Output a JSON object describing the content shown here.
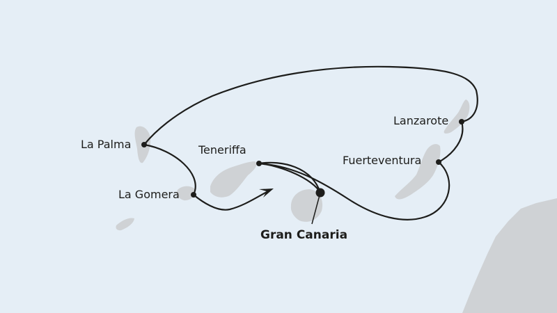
{
  "map": {
    "colors": {
      "sea": "#e5eef6",
      "land": "#cfd2d5",
      "route": "#1d1d1b"
    },
    "ports": [
      {
        "id": "la-palma",
        "label": "La Palma",
        "home_port": false
      },
      {
        "id": "la-gomera",
        "label": "La Gomera",
        "home_port": false
      },
      {
        "id": "teneriffa",
        "label": "Teneriffa",
        "home_port": false
      },
      {
        "id": "gran-canaria",
        "label": "Gran Canaria",
        "home_port": true
      },
      {
        "id": "fuerteventura",
        "label": "Fuerteventura",
        "home_port": false
      },
      {
        "id": "lanzarote",
        "label": "Lanzarote",
        "home_port": false
      }
    ]
  }
}
